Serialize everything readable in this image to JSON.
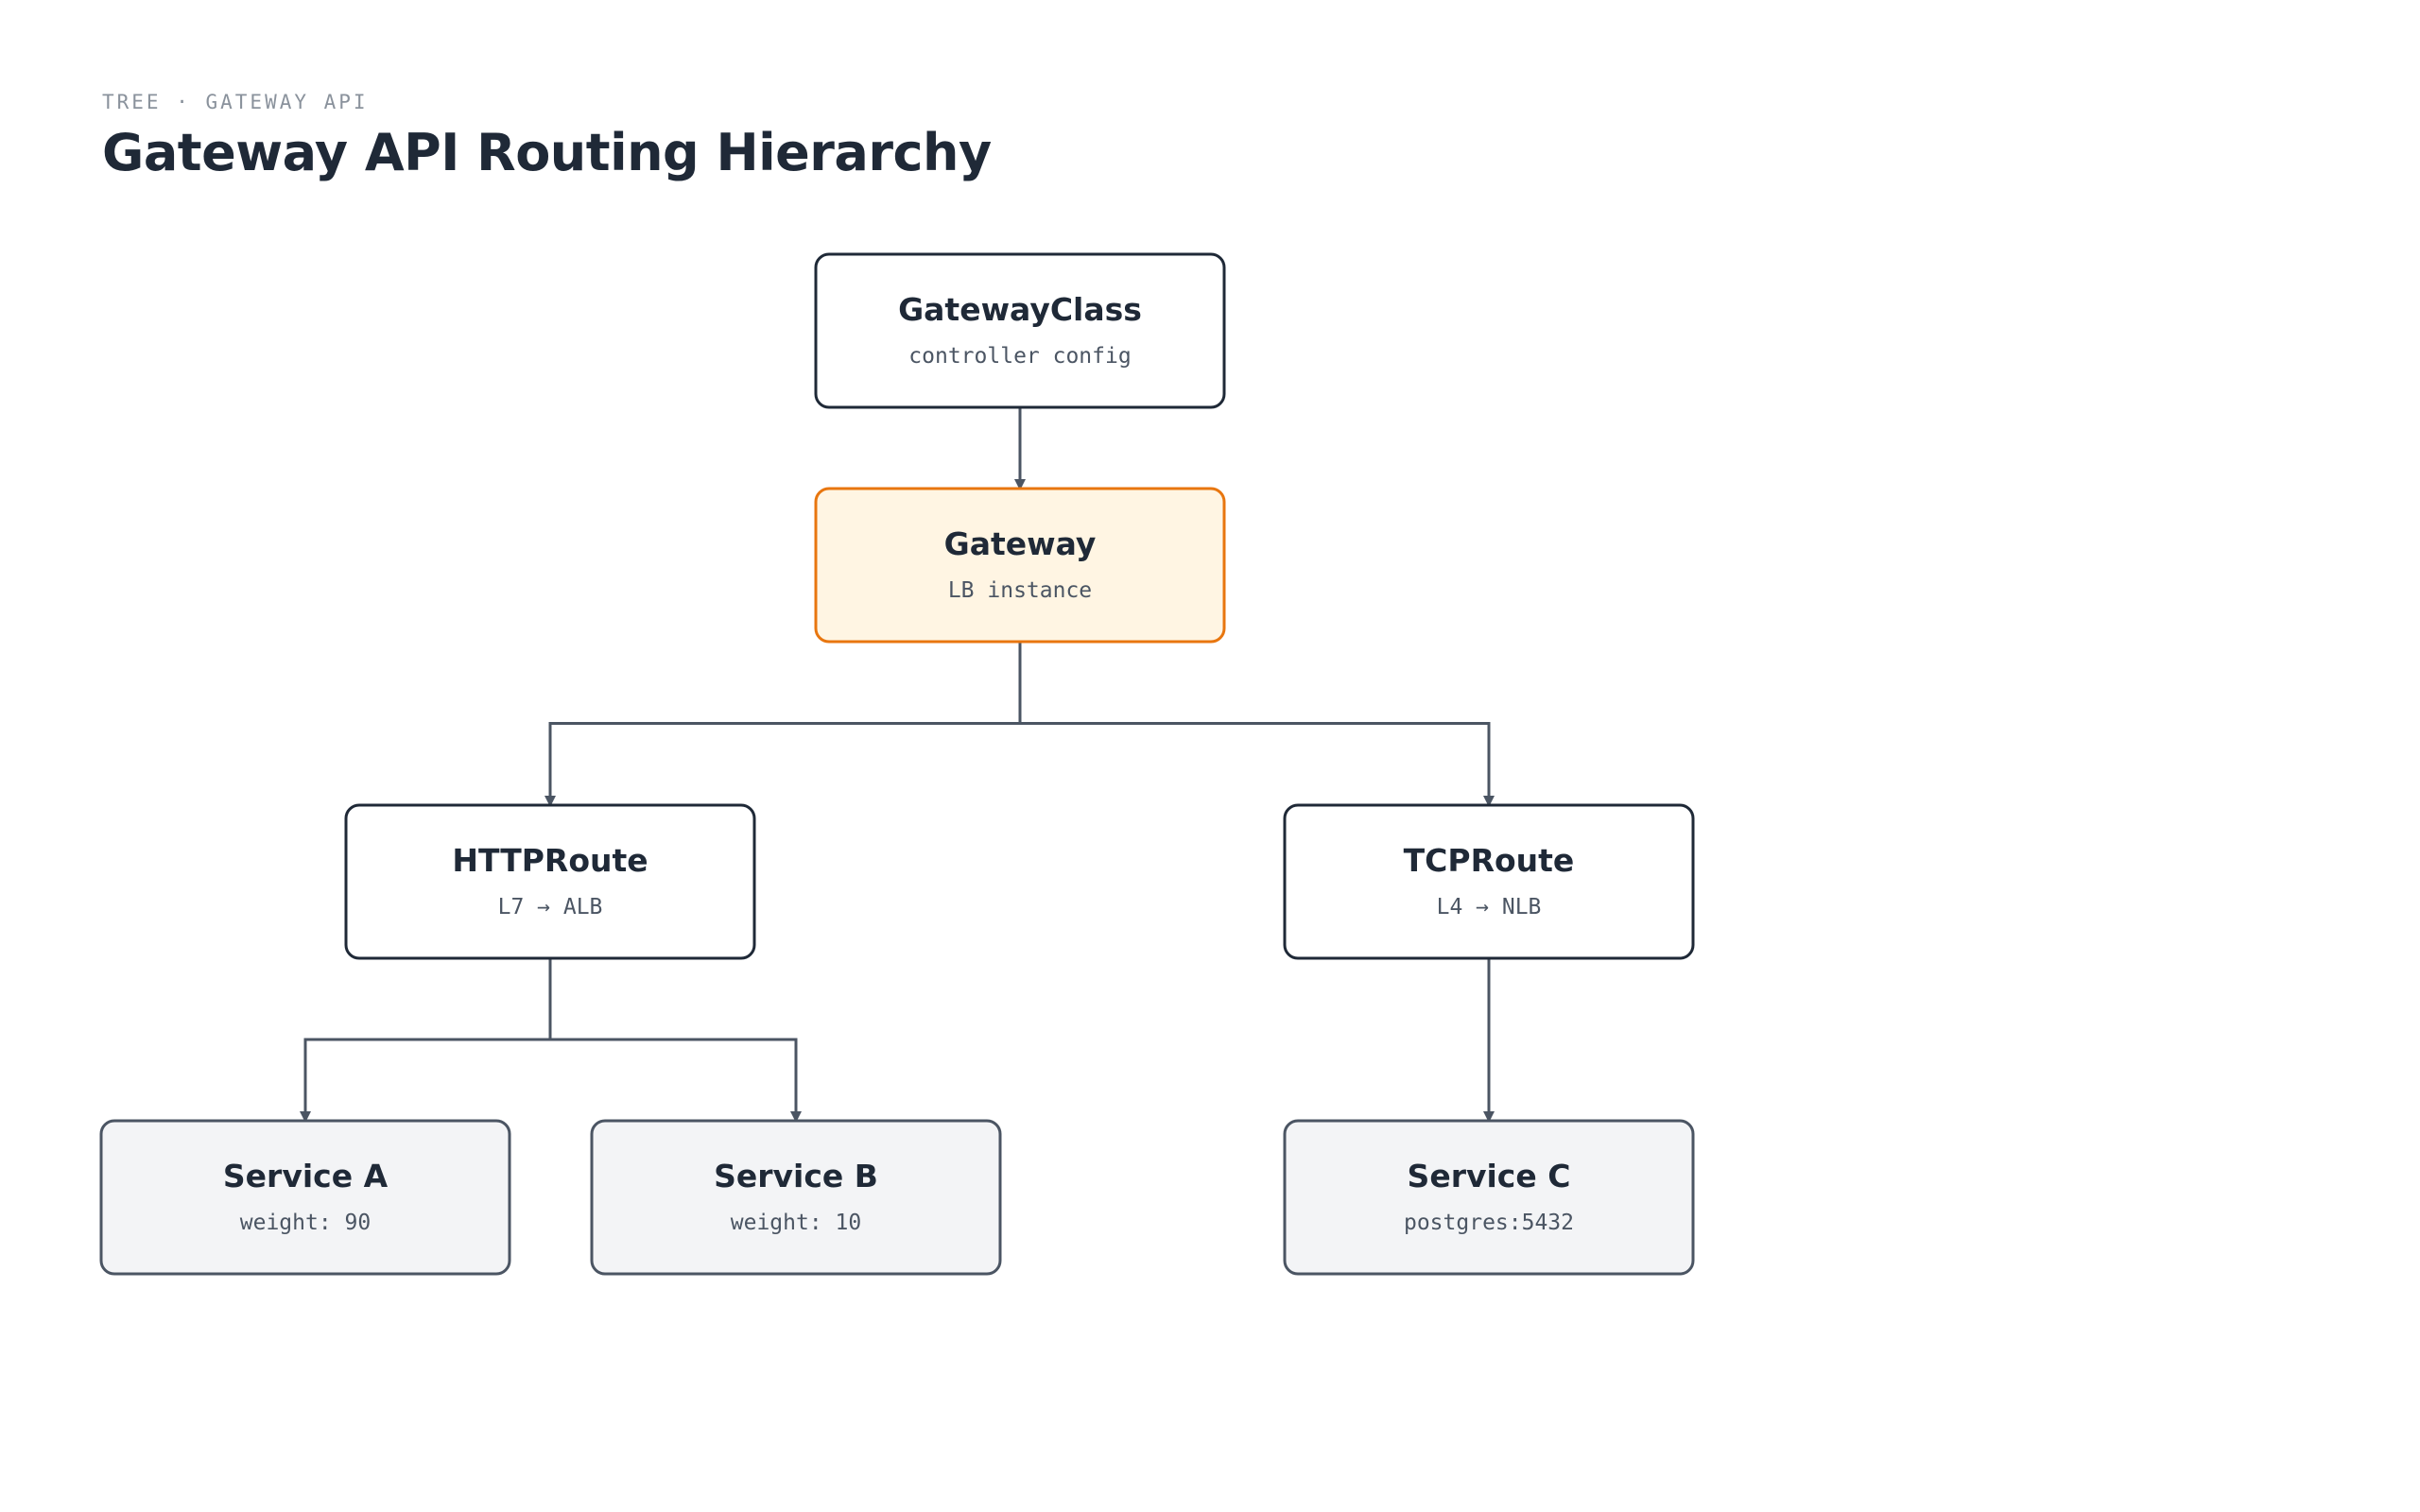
{
  "header": {
    "eyebrow": "TREE · GATEWAY API",
    "title": "Gateway API Routing Hierarchy"
  },
  "colors": {
    "edge": "#4b5563",
    "default_border": "#1f2937",
    "default_fill": "#ffffff",
    "highlight_border": "#e8760f",
    "highlight_fill": "#fff5e3",
    "leaf_border": "#4b5563",
    "leaf_fill": "#f3f4f6"
  },
  "nodes": [
    {
      "id": "gatewayclass",
      "title": "GatewayClass",
      "subtitle": "controller config",
      "style": "default"
    },
    {
      "id": "gateway",
      "title": "Gateway",
      "subtitle": "LB instance",
      "style": "highlight"
    },
    {
      "id": "httproute",
      "title": "HTTPRoute",
      "subtitle": "L7 → ALB",
      "style": "default"
    },
    {
      "id": "tcproute",
      "title": "TCPRoute",
      "subtitle": "L4 → NLB",
      "style": "default"
    },
    {
      "id": "service-a",
      "title": "Service A",
      "subtitle": "weight: 90",
      "style": "leaf"
    },
    {
      "id": "service-b",
      "title": "Service B",
      "subtitle": "weight: 10",
      "style": "leaf"
    },
    {
      "id": "service-c",
      "title": "Service C",
      "subtitle": "postgres:5432",
      "style": "leaf"
    }
  ],
  "edges": [
    {
      "from": "gatewayclass",
      "to": "gateway"
    },
    {
      "from": "gateway",
      "to": "httproute"
    },
    {
      "from": "gateway",
      "to": "tcproute"
    },
    {
      "from": "httproute",
      "to": "service-a"
    },
    {
      "from": "httproute",
      "to": "service-b"
    },
    {
      "from": "tcproute",
      "to": "service-c"
    }
  ]
}
